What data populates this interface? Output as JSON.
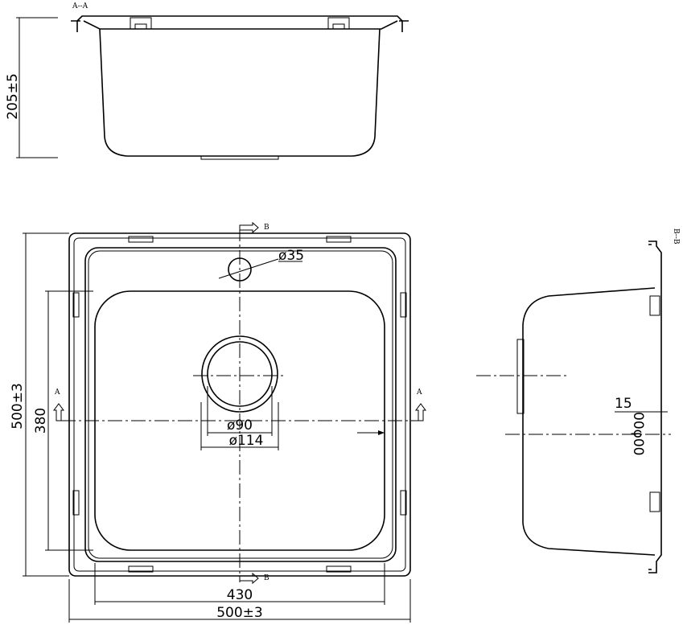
{
  "section_labels": {
    "aa_title": "A--A",
    "bb_title": "B--B",
    "a_left": "A",
    "a_right": "A",
    "b_top": "B",
    "b_bottom": "B"
  },
  "dimensions": {
    "height_205": "205±5",
    "width_500": "500±3",
    "depth_500": "500±3",
    "inner_430": "430",
    "inner_380": "380",
    "tap_hole": "ø35",
    "drain_90": "ø90",
    "drain_114": "ø114",
    "offset_15": "15",
    "overflow_label": "00φ00"
  }
}
